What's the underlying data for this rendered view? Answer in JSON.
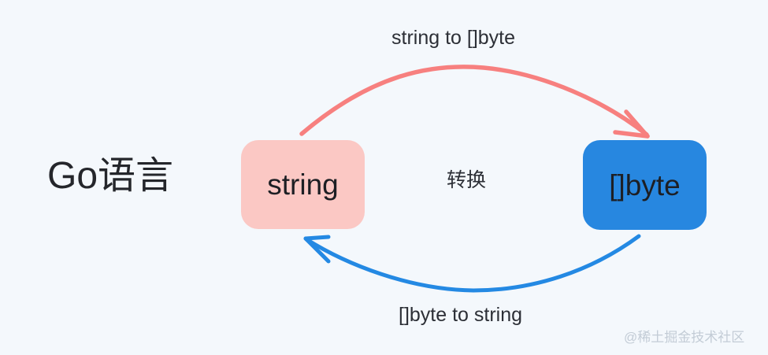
{
  "diagram": {
    "title": "Go语言",
    "background_color": "#f4f8fc",
    "center_label": "转换",
    "nodes": [
      {
        "id": "string",
        "label": "string",
        "fill_color": "#fbc8c4",
        "text_color": "#1d1f24"
      },
      {
        "id": "bytes",
        "label": "[]byte",
        "fill_color": "#2787e0",
        "text_color": "#1d1f24"
      }
    ],
    "edges": [
      {
        "id": "string-to-bytes",
        "label": "string to []byte",
        "color": "#f7807f",
        "from": "string",
        "to": "bytes"
      },
      {
        "id": "bytes-to-string",
        "label": "[]byte to string",
        "color": "#2489e3",
        "from": "bytes",
        "to": "string"
      }
    ],
    "watermark": "@稀土掘金技术社区"
  }
}
